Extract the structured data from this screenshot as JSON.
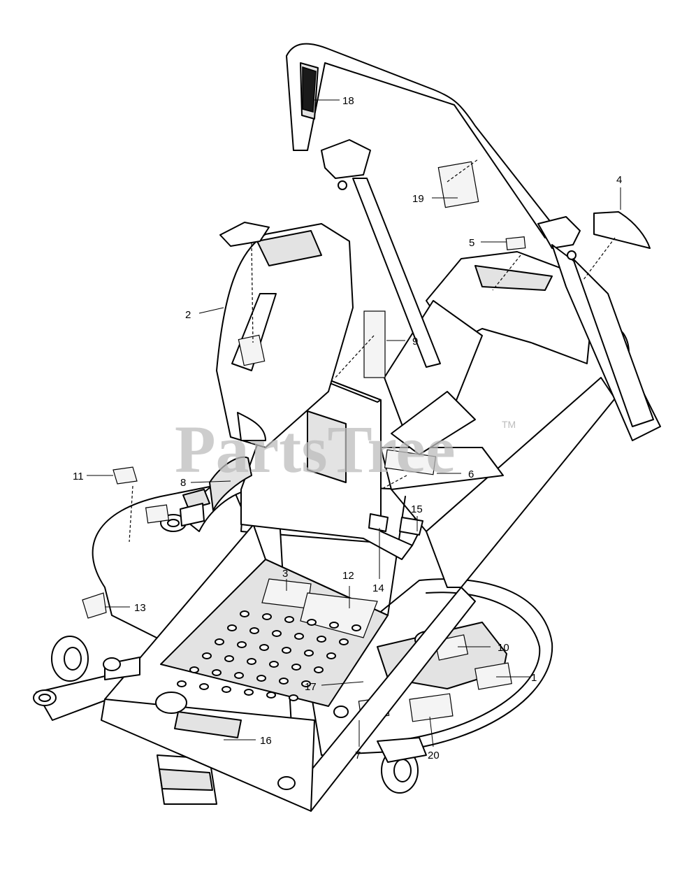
{
  "watermark": {
    "text": "PartsTree",
    "trademark": "TM"
  },
  "callouts": [
    {
      "id": "c1",
      "label": "1"
    },
    {
      "id": "c2",
      "label": "2"
    },
    {
      "id": "c3",
      "label": "3"
    },
    {
      "id": "c4",
      "label": "4"
    },
    {
      "id": "c5",
      "label": "5"
    },
    {
      "id": "c6",
      "label": "6"
    },
    {
      "id": "c7",
      "label": "7"
    },
    {
      "id": "c8",
      "label": "8"
    },
    {
      "id": "c9",
      "label": "9"
    },
    {
      "id": "c10",
      "label": "10"
    },
    {
      "id": "c11",
      "label": "11"
    },
    {
      "id": "c12",
      "label": "12"
    },
    {
      "id": "c13",
      "label": "13"
    },
    {
      "id": "c14",
      "label": "14"
    },
    {
      "id": "c15",
      "label": "15"
    },
    {
      "id": "c16",
      "label": "16"
    },
    {
      "id": "c17",
      "label": "17"
    },
    {
      "id": "c18",
      "label": "18"
    },
    {
      "id": "c19",
      "label": "19"
    },
    {
      "id": "c20",
      "label": "20"
    }
  ]
}
